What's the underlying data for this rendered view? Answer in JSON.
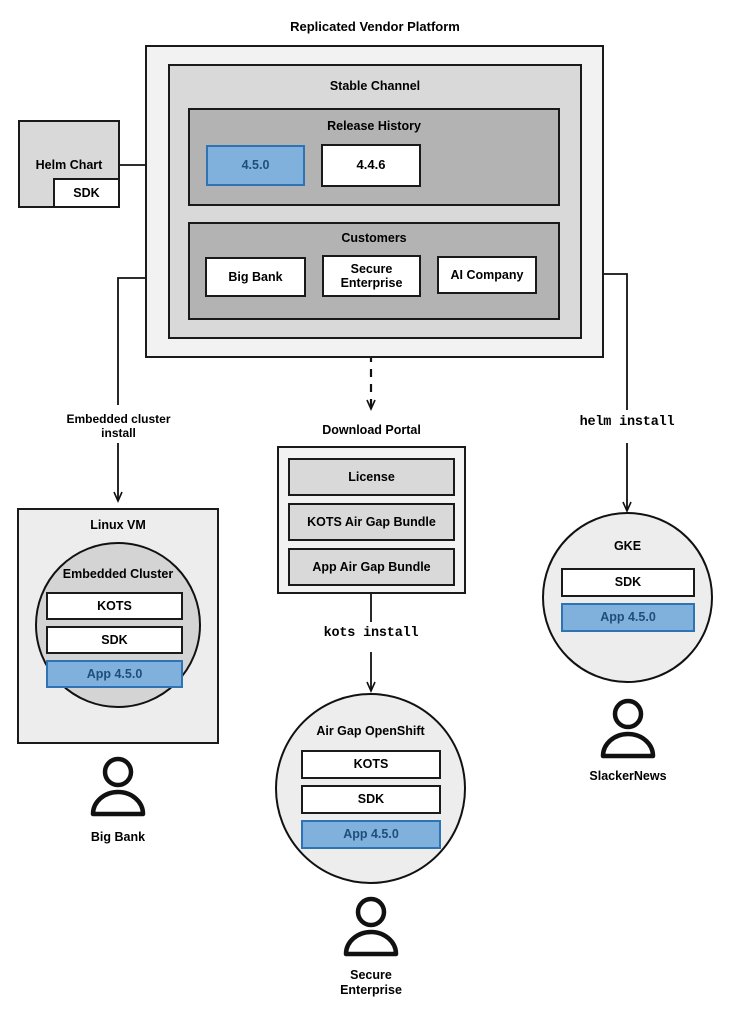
{
  "diagram": {
    "title": "Replicated Vendor Platform",
    "platform": {
      "stable_channel_label": "Stable Channel",
      "release_history": {
        "label": "Release History",
        "releases": [
          {
            "version": "4.5.0",
            "highlighted": true
          },
          {
            "version": "4.4.6",
            "highlighted": false
          }
        ]
      },
      "customers": {
        "label": "Customers",
        "items": [
          {
            "name": "Big Bank"
          },
          {
            "name": "Secure\nEnterprise"
          },
          {
            "name": "AI Company"
          }
        ]
      }
    },
    "helm_chart": {
      "label": "Helm Chart",
      "sdk_label": "SDK"
    },
    "download_portal": {
      "label": "Download Portal",
      "artifacts": [
        "License",
        "KOTS Air Gap Bundle",
        "App Air Gap Bundle"
      ]
    },
    "flow_labels": {
      "embedded_cluster_install": "Embedded cluster\ninstall",
      "kots_install": "kots install",
      "helm_install": "helm install"
    },
    "targets": [
      {
        "id": "linux-vm",
        "label": "Linux VM",
        "inner_label": "Embedded Cluster",
        "components": [
          {
            "name": "KOTS",
            "highlighted": false
          },
          {
            "name": "SDK",
            "highlighted": false
          },
          {
            "name": "App 4.5.0",
            "highlighted": true
          }
        ],
        "user": "Big Bank"
      },
      {
        "id": "air-gap-openshift",
        "label": "Air Gap OpenShift",
        "components": [
          {
            "name": "KOTS",
            "highlighted": false
          },
          {
            "name": "SDK",
            "highlighted": false
          },
          {
            "name": "App 4.5.0",
            "highlighted": true
          }
        ],
        "user": "Secure\nEnterprise"
      },
      {
        "id": "gke",
        "label": "GKE",
        "components": [
          {
            "name": "SDK",
            "highlighted": false
          },
          {
            "name": "App 4.5.0",
            "highlighted": true
          }
        ],
        "user": "SlackerNews"
      }
    ],
    "colors": {
      "highlight_fill": "#7FB1DC",
      "highlight_border": "#2E74B5",
      "highlight_text": "#1F4E79",
      "outer_fill": "#F2F2F2",
      "mid_fill": "#D9D9D9",
      "inner_fill": "#B3B3B3",
      "stroke": "#1A1A1A"
    }
  }
}
